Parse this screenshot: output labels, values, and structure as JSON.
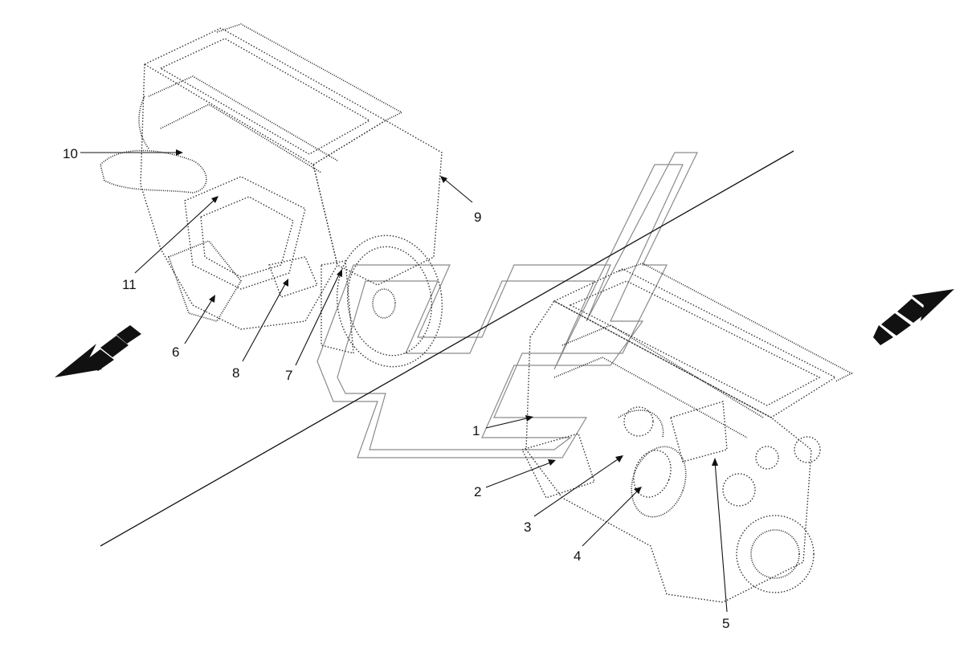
{
  "callouts": [
    {
      "id": "1",
      "label": "1"
    },
    {
      "id": "2",
      "label": "2"
    },
    {
      "id": "3",
      "label": "3"
    },
    {
      "id": "4",
      "label": "4"
    },
    {
      "id": "5",
      "label": "5"
    },
    {
      "id": "6",
      "label": "6"
    },
    {
      "id": "7",
      "label": "7"
    },
    {
      "id": "8",
      "label": "8"
    },
    {
      "id": "9",
      "label": "9"
    },
    {
      "id": "10",
      "label": "10"
    },
    {
      "id": "11",
      "label": "11"
    }
  ],
  "colors": {
    "line": "#111111",
    "watermark": "#8a8a8a",
    "arrow": "#111111"
  },
  "icons": [
    "direction-arrow-left-icon",
    "direction-arrow-right-icon"
  ]
}
